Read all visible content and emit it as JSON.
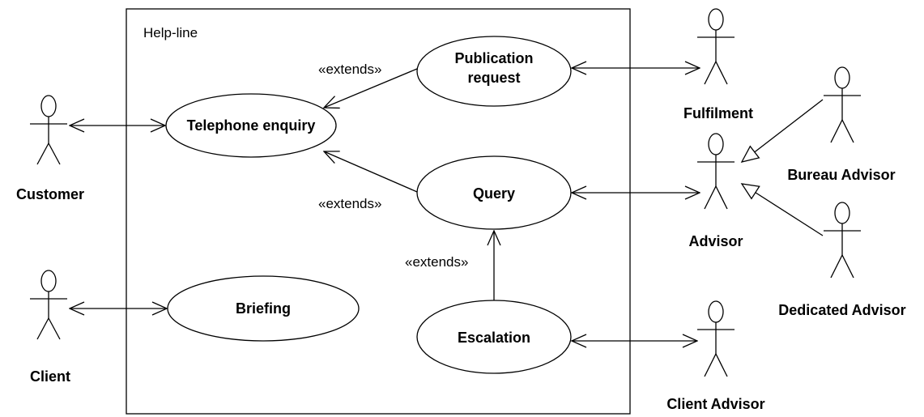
{
  "system": {
    "name": "Help-line"
  },
  "use_cases": {
    "telephone_enquiry": "Telephone enquiry",
    "publication_request_line1": "Publication",
    "publication_request_line2": "request",
    "query": "Query",
    "briefing": "Briefing",
    "escalation": "Escalation"
  },
  "actors": {
    "customer": "Customer",
    "client": "Client",
    "fulfilment": "Fulfilment",
    "advisor": "Advisor",
    "bureau_advisor": "Bureau Advisor",
    "dedicated_advisor": "Dedicated Advisor",
    "client_advisor": "Client Advisor"
  },
  "relations": {
    "extends_publication": "«extends»",
    "extends_query": "«extends»",
    "extends_escalation": "«extends»"
  }
}
